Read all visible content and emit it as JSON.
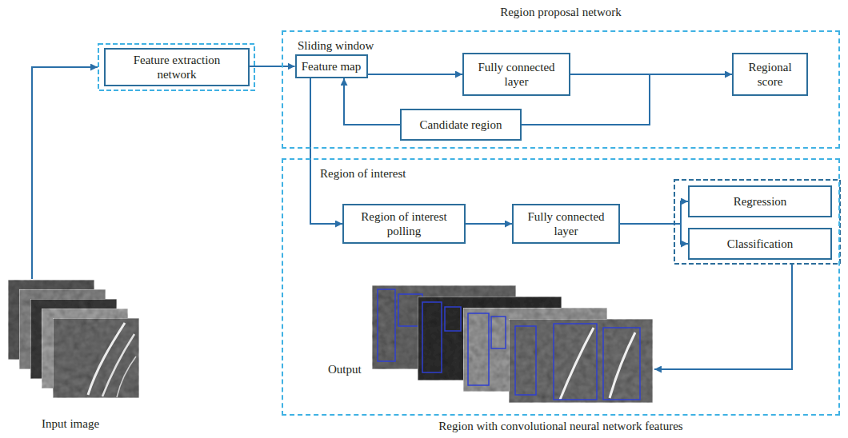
{
  "diagram": {
    "nodes": [
      {
        "text": [
          "Feature extraction network"
        ]
      },
      {
        "text": [
          "Region proposal network",
          "Sliding window"
        ]
      },
      {
        "text": [
          "Feature map"
        ],
        "in": 1
      },
      {
        "text": [
          "Fully connected layer"
        ],
        "in": 1
      },
      {
        "text": [
          "Regional score"
        ],
        "in": 1
      },
      {
        "text": [
          "Candidate region"
        ],
        "in": 1
      },
      {
        "text": [
          "Region of interest",
          "Region with convolutional neural network features"
        ]
      },
      {
        "text": [
          "Region of interest polling"
        ],
        "in": 6
      },
      {
        "text": [
          "Fully connected layer"
        ],
        "in": 6
      },
      {
        "text": [
          "Regression"
        ],
        "in": 6
      },
      {
        "text": [
          "Classification"
        ],
        "in": 6
      }
    ],
    "edges": [
      {
        "from": 0,
        "to": 2,
        "arrow": "to"
      },
      {
        "from": 2,
        "to": 3,
        "arrow": "to"
      },
      {
        "from": 3,
        "to": 4,
        "arrow": "to"
      },
      {
        "from": 3,
        "to": 5,
        "arrow": "none"
      },
      {
        "from": 5,
        "to": 2,
        "arrow": "to"
      },
      {
        "from": 2,
        "to": 7,
        "arrow": "to"
      },
      {
        "from": 7,
        "to": 8,
        "arrow": "to"
      },
      {
        "from": 8,
        "to": 9,
        "arrow": "to"
      },
      {
        "from": 8,
        "to": 10,
        "arrow": "to"
      }
    ],
    "labels": [
      "Input image",
      "Output"
    ]
  }
}
